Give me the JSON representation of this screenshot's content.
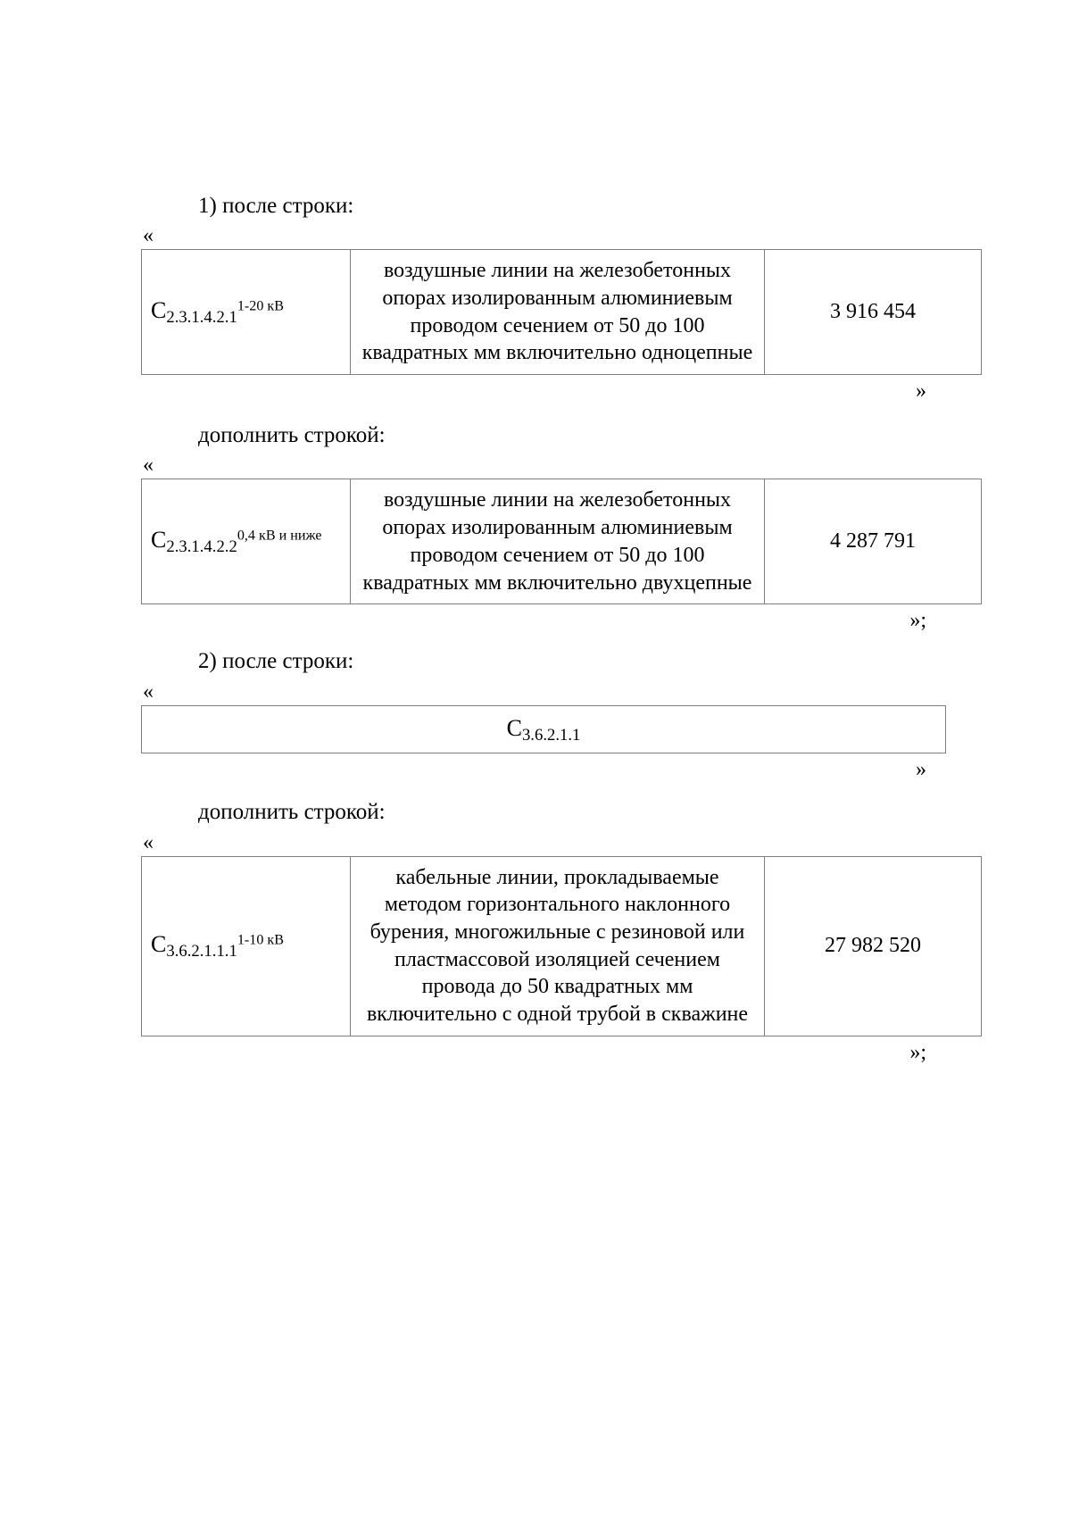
{
  "document": {
    "sections": [
      {
        "lead": "1) после строки:",
        "quote_open": "«",
        "quote_close": "»",
        "table": {
          "rows": [
            {
              "code_base": "C",
              "code_sub": "2.3.1.4.2.1",
              "code_sup": "1-20 кВ",
              "description": "воздушные линии на железобетонных опорах изолированным алюминиевым проводом сечением от 50 до 100 квадратных мм включительно одноцепные",
              "value": "3 916 454"
            }
          ]
        }
      },
      {
        "lead": "дополнить строкой:",
        "quote_open": "«",
        "quote_close": "»;",
        "table": {
          "rows": [
            {
              "code_base": "C",
              "code_sub": "2.3.1.4.2.2",
              "code_sup": "0,4 кВ и ниже",
              "description": "воздушные линии на железобетонных опорах изолированным алюминиевым проводом сечением от 50 до 100 квадратных мм включительно двухцепные",
              "value": "4 287 791"
            }
          ]
        }
      },
      {
        "lead": "2) после строки:",
        "quote_open": "«",
        "quote_close": "»",
        "table": {
          "rows": [
            {
              "code_base": "C",
              "code_sub": "3.6.2.1.1",
              "code_sup": "",
              "description": "",
              "value": ""
            }
          ]
        }
      },
      {
        "lead": "дополнить строкой:",
        "quote_open": "«",
        "quote_close": "»;",
        "table": {
          "rows": [
            {
              "code_base": "C",
              "code_sub": "3.6.2.1.1.1",
              "code_sup": "1-10 кВ",
              "description": "кабельные линии, прокладываемые методом горизонтального наклонного бурения, многожильные с резиновой или пластмассовой изоляцией сечением провода до 50 квадратных мм включительно с одной трубой в скважине",
              "value": "27 982 520"
            }
          ]
        }
      }
    ]
  },
  "colors": {
    "text": "#000000",
    "border": "#7f7f7f",
    "background": "#ffffff"
  }
}
